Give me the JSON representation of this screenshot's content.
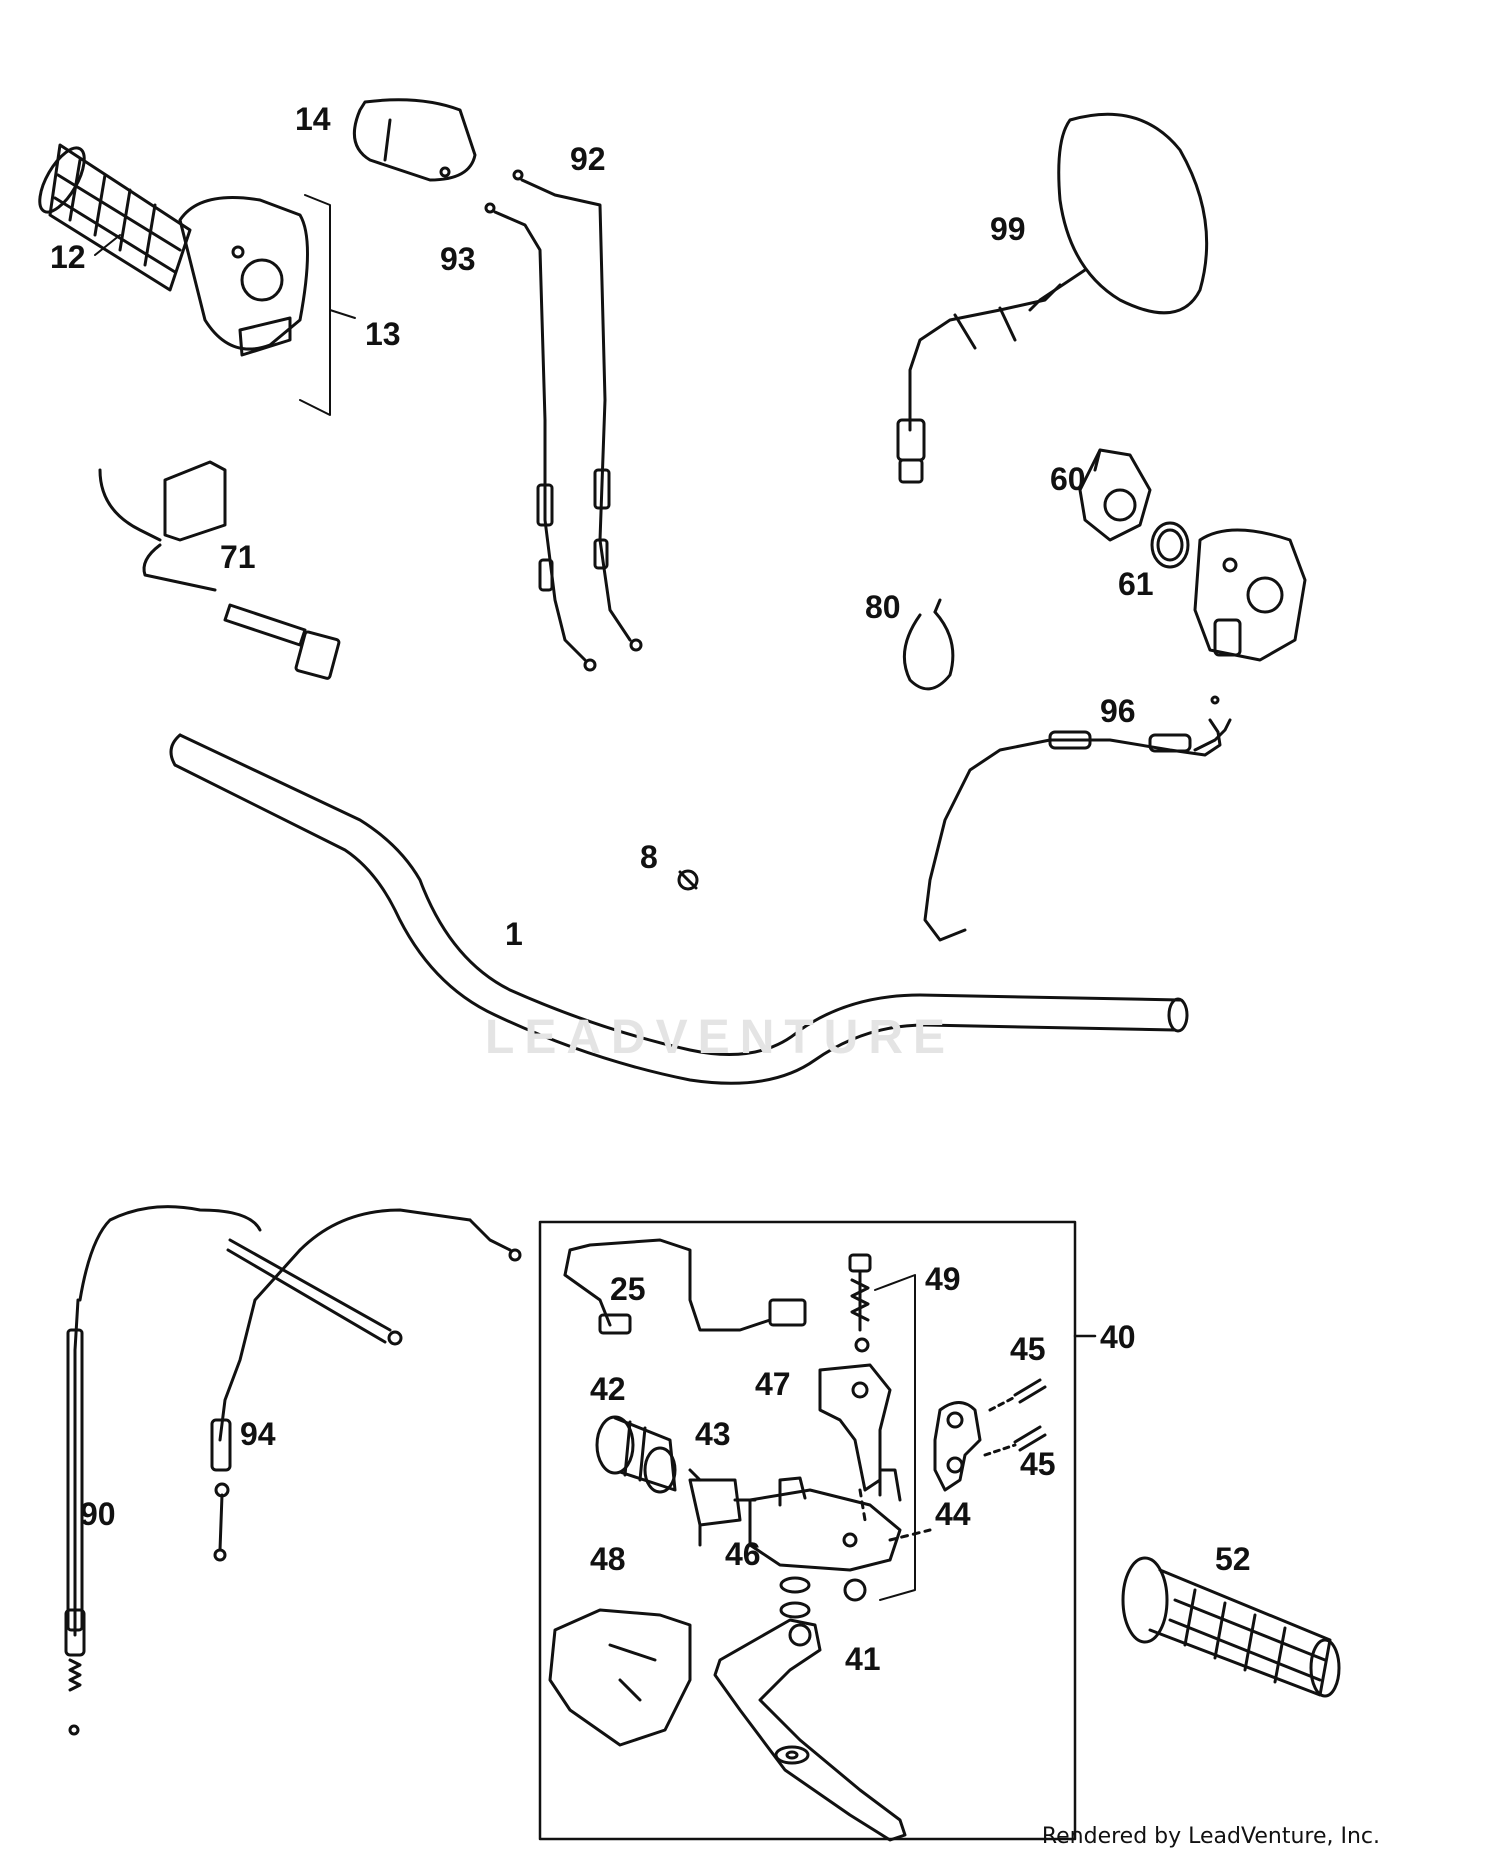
{
  "diagram": {
    "labels": {
      "p1": "1",
      "p8": "8",
      "p12": "12",
      "p13": "13",
      "p14": "14",
      "p25": "25",
      "p40": "40",
      "p41": "41",
      "p42": "42",
      "p43": "43",
      "p44": "44",
      "p45a": "45",
      "p45b": "45",
      "p46": "46",
      "p47": "47",
      "p48": "48",
      "p49": "49",
      "p52": "52",
      "p60": "60",
      "p61": "61",
      "p71": "71",
      "p80": "80",
      "p90": "90",
      "p92": "92",
      "p93": "93",
      "p94": "94",
      "p96": "96",
      "p99": "99"
    },
    "line_color": "#111111"
  },
  "watermark": "LEADVENTURE",
  "footer": "Rendered by LeadVenture, Inc."
}
